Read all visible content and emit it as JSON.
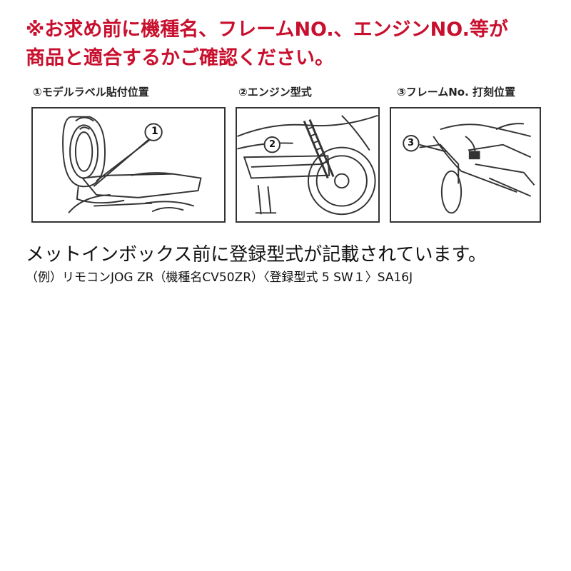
{
  "notice": {
    "line1": "※お求め前に機種名、フレームNO.、エンジンNO.等が",
    "line2": "商品と適合するかご確認ください。",
    "color": "#c8102e"
  },
  "panels": [
    {
      "label": "①モデルラベル貼付位置",
      "callout": "1"
    },
    {
      "label": "②エンジン型式",
      "callout": "2"
    },
    {
      "label": "③フレームNo. 打刻位置",
      "callout": "3"
    }
  ],
  "description": "メットインボックス前に登録型式が記載されています。",
  "example": "（例）リモコンJOG ZR（機種名CV50ZR）〈登録型式 5 SW１〉SA16J"
}
